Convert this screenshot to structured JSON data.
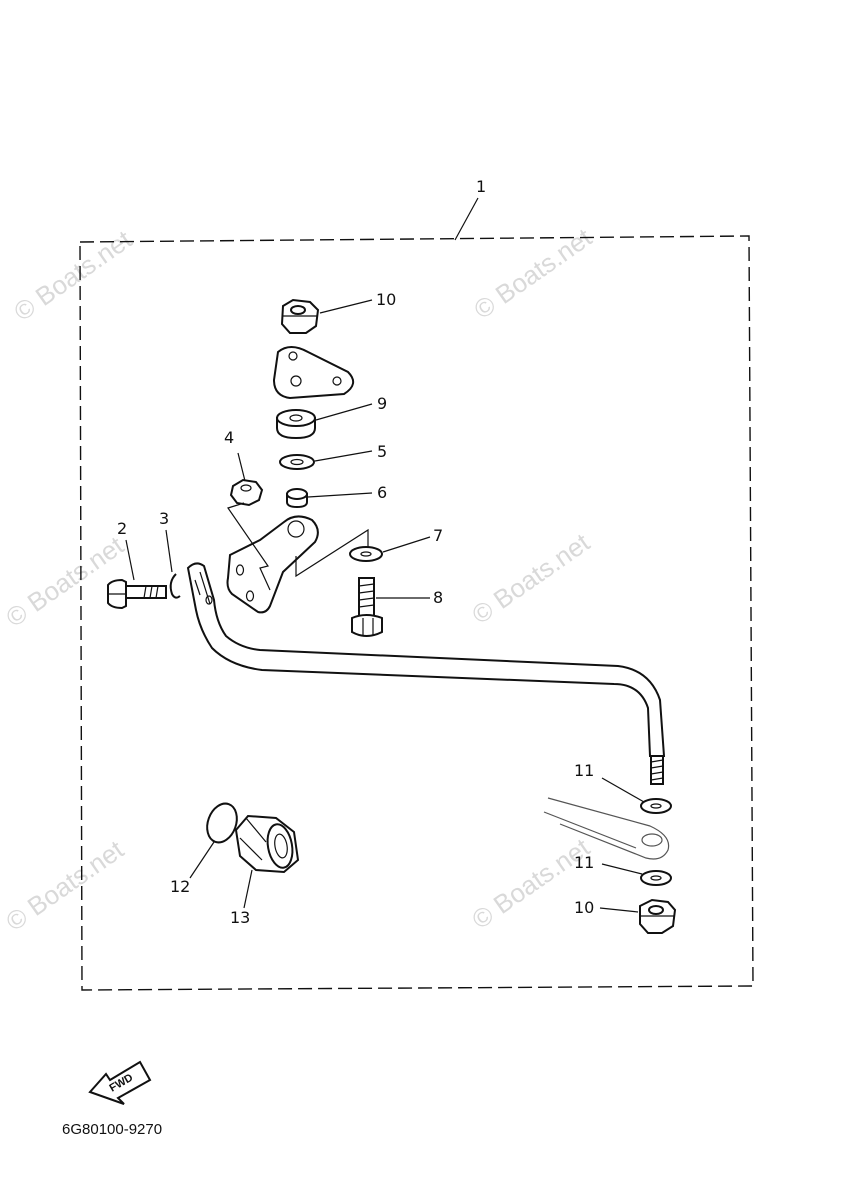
{
  "watermark_text": "© Boats.net",
  "diagram_code": "6G80100-9270",
  "fwd_text": "FWD",
  "callouts": {
    "c1": "1",
    "c2": "2",
    "c3": "3",
    "c4": "4",
    "c5": "5",
    "c6": "6",
    "c7": "7",
    "c8": "8",
    "c9": "9",
    "c10_top": "10",
    "c10_bottom": "10",
    "c11_top": "11",
    "c11_bottom": "11",
    "c12": "12",
    "c13": "13"
  },
  "colors": {
    "line": "#111111",
    "watermark": "#d9d9d9",
    "background": "#ffffff"
  }
}
